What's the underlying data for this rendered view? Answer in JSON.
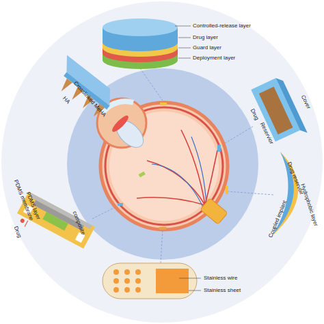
{
  "diagram": {
    "labels": [
      "Controlled-release layer",
      "Drug layer",
      "Guard layer",
      "Deployment layer",
      "Cover",
      "Drug",
      "Reservior",
      "Drug reservoir",
      "Hydrophobic layer",
      "Coupled implant",
      "Stainless wire",
      "Stainless sheet",
      "PDMS membrane",
      "PDMS layer",
      "composite",
      "Drug",
      "Crosslinked MeHA",
      "HA"
    ]
  }
}
